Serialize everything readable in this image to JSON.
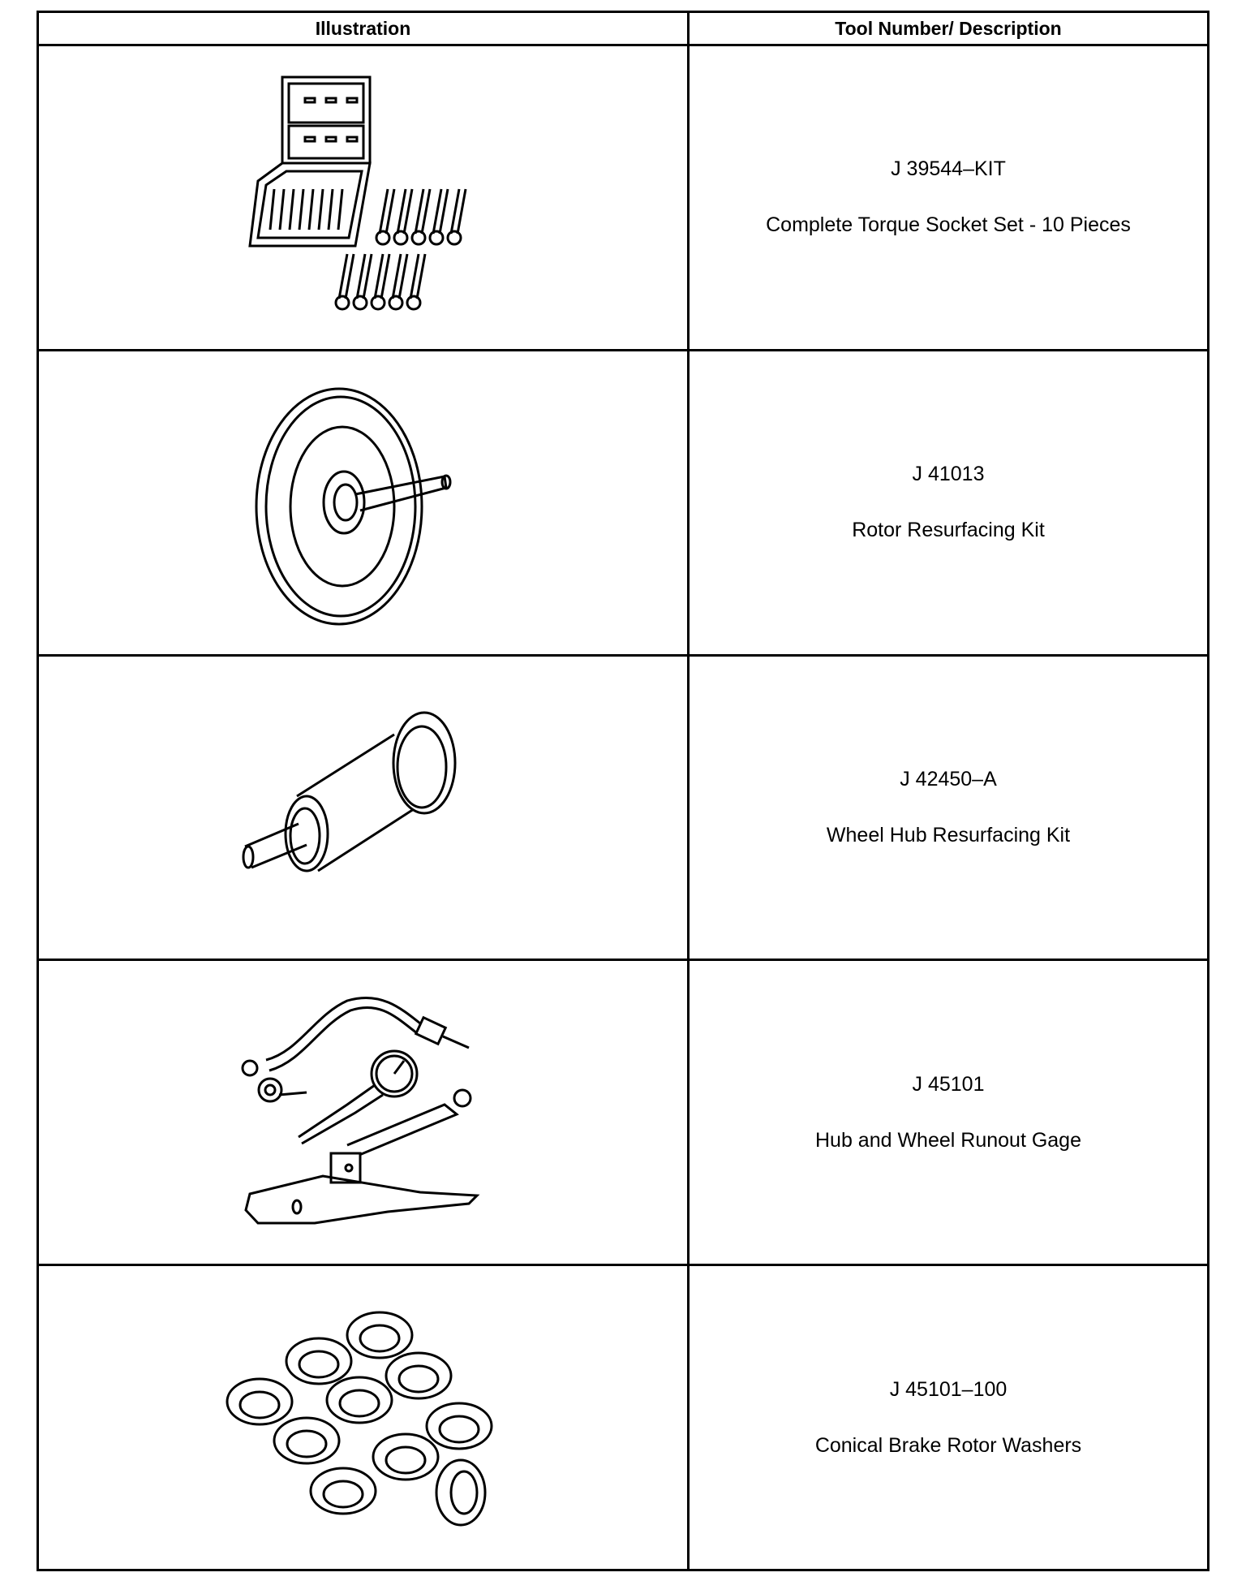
{
  "table": {
    "headers": {
      "illustration": "Illustration",
      "tool": "Tool Number/ Description"
    },
    "rows": [
      {
        "number": "J 39544–KIT",
        "description": "Complete Torque Socket Set - 10 Pieces",
        "icon": "torque-socket-set-icon"
      },
      {
        "number": "J 41013",
        "description": "Rotor Resurfacing Kit",
        "icon": "rotor-resurfacing-kit-icon"
      },
      {
        "number": "J 42450–A",
        "description": "Wheel Hub Resurfacing Kit",
        "icon": "wheel-hub-resurfacing-kit-icon"
      },
      {
        "number": "J 45101",
        "description": "Hub and Wheel Runout Gage",
        "icon": "runout-gage-icon"
      },
      {
        "number": "J 45101–100",
        "description": "Conical Brake Rotor Washers",
        "icon": "conical-washers-icon"
      }
    ]
  }
}
